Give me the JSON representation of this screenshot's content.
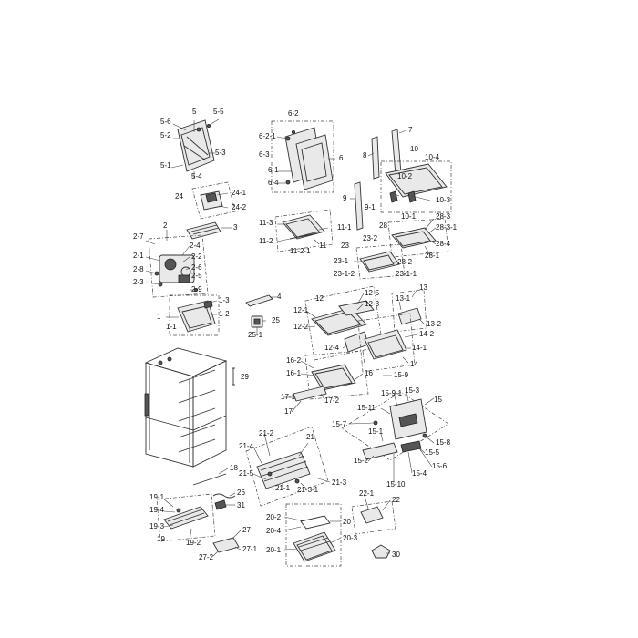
{
  "labels": [
    "5",
    "5-5",
    "5-6",
    "5-2",
    "5-3",
    "5-1",
    "5-4",
    "6-2",
    "6-2-1",
    "6-3",
    "6",
    "6-1",
    "6-4",
    "7",
    "8",
    "10",
    "10-4",
    "10-2",
    "10-3",
    "9",
    "9-1",
    "24",
    "24-1",
    "24-2",
    "3",
    "2",
    "2-7",
    "2-4",
    "2-1",
    "2-2",
    "2-8",
    "2-6",
    "2-5",
    "2-3",
    "2-9",
    "11-3",
    "11-1",
    "11-2",
    "11",
    "11-2-1",
    "28",
    "10-1",
    "28-3",
    "28-3-1",
    "28-4",
    "28-1",
    "23",
    "23-2",
    "23-1",
    "28-2",
    "23-1-2",
    "23-1-1",
    "4",
    "1-3",
    "1",
    "1-2",
    "1-1",
    "25",
    "25-1",
    "12",
    "12-5",
    "12-1",
    "12-3",
    "12-2",
    "12-4",
    "13",
    "13-1",
    "13-2",
    "14-2",
    "14-1",
    "14",
    "29",
    "16-2",
    "16-1",
    "16",
    "15-9",
    "17-1",
    "17-2",
    "17",
    "15-9-1",
    "15-3",
    "15",
    "15-11",
    "15-7",
    "15-1",
    "15-8",
    "15-5",
    "15-2",
    "15-4",
    "15-6",
    "15-10",
    "21-2",
    "21",
    "21-4",
    "18",
    "21-5",
    "21-1",
    "21-3-1",
    "21-3",
    "26",
    "31",
    "19-1",
    "19-4",
    "19-3",
    "19",
    "19-2",
    "27",
    "27-1",
    "27-2",
    "22-1",
    "22",
    "20-2",
    "20",
    "20-4",
    "20-3",
    "20-1",
    "30"
  ]
}
